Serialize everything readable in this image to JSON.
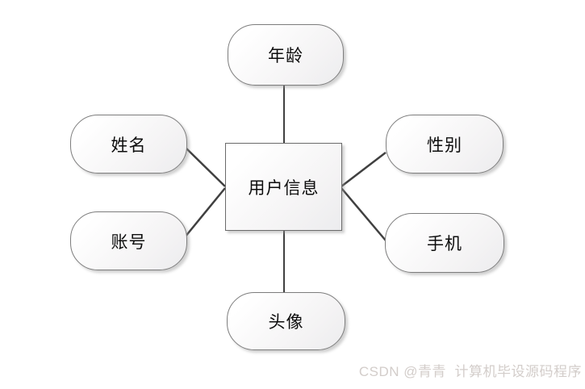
{
  "diagram": {
    "type": "entity-attribute-diagram",
    "center": {
      "label": "用户信息"
    },
    "nodes": [
      {
        "id": "age",
        "label": "年龄",
        "position": "top"
      },
      {
        "id": "name",
        "label": "姓名",
        "position": "left-top"
      },
      {
        "id": "account",
        "label": "账号",
        "position": "left-bottom"
      },
      {
        "id": "gender",
        "label": "性别",
        "position": "right-top"
      },
      {
        "id": "phone",
        "label": "手机",
        "position": "right-bottom"
      },
      {
        "id": "avatar",
        "label": "头像",
        "position": "bottom"
      }
    ],
    "edges": [
      {
        "from": "age",
        "to": "用户信息"
      },
      {
        "from": "name",
        "to": "用户信息"
      },
      {
        "from": "account",
        "to": "用户信息"
      },
      {
        "from": "gender",
        "to": "用户信息"
      },
      {
        "from": "phone",
        "to": "用户信息"
      },
      {
        "from": "avatar",
        "to": "用户信息"
      }
    ],
    "colors": {
      "node_border": "#7d7d7d",
      "node_fill_light": "#ffffff",
      "node_fill_dark": "#ececee",
      "line": "#404040",
      "text": "#0d0d0d"
    }
  },
  "watermark": {
    "text": "CSDN @青青  计算机毕设源码程序",
    "color": "#d3cdca"
  }
}
